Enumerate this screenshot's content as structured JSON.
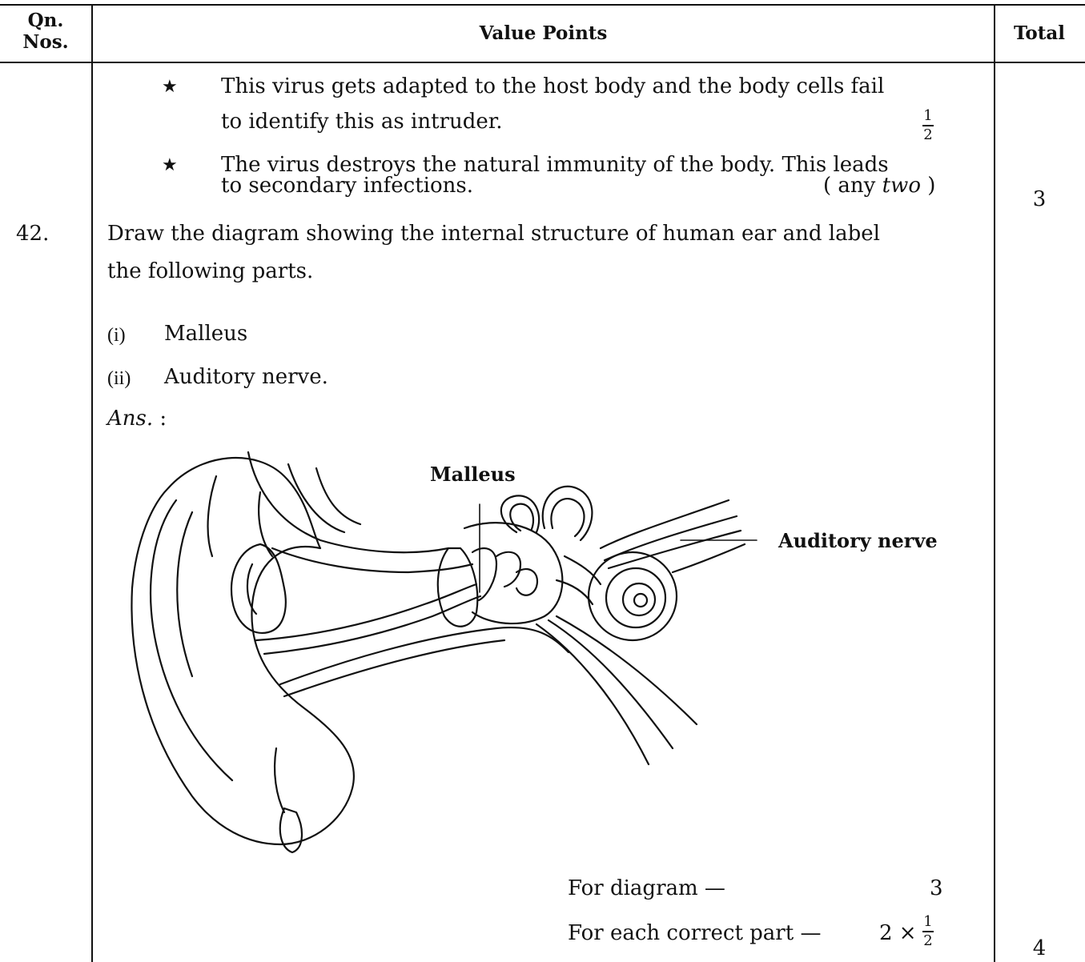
{
  "header": {
    "qn": "Qn.",
    "nos": "Nos.",
    "value_points": "Value Points",
    "total": "Total"
  },
  "previous": {
    "point1_line1": "This virus gets adapted to the host body and the body cells fail",
    "point1_line2": "to identify this as intruder.",
    "point2_line1": "The virus destroys the natural immunity of the body. This leads",
    "point2_line2": "to secondary infections.",
    "any_two_open": "( any ",
    "any_two_word": "two",
    "any_two_close": " )",
    "half_num": "1",
    "half_den": "2",
    "total": "3"
  },
  "q42": {
    "number": "42.",
    "line1": "Draw the diagram showing the internal structure of human ear and label",
    "line2": "the following parts.",
    "part1_no": "(i)",
    "part1": "Malleus",
    "part2_no": "(ii)",
    "part2": "Auditory nerve.",
    "ans_word": "Ans.",
    "ans_colon": " :",
    "diagram": {
      "label_malleus": "Malleus",
      "label_nerve": "Auditory nerve"
    },
    "marks": {
      "diagram_text": "For diagram —",
      "diagram_value": "3",
      "part_text": "For each correct part —",
      "part_value_prefix": "2 ×",
      "half_num": "1",
      "half_den": "2"
    },
    "total": "4"
  }
}
